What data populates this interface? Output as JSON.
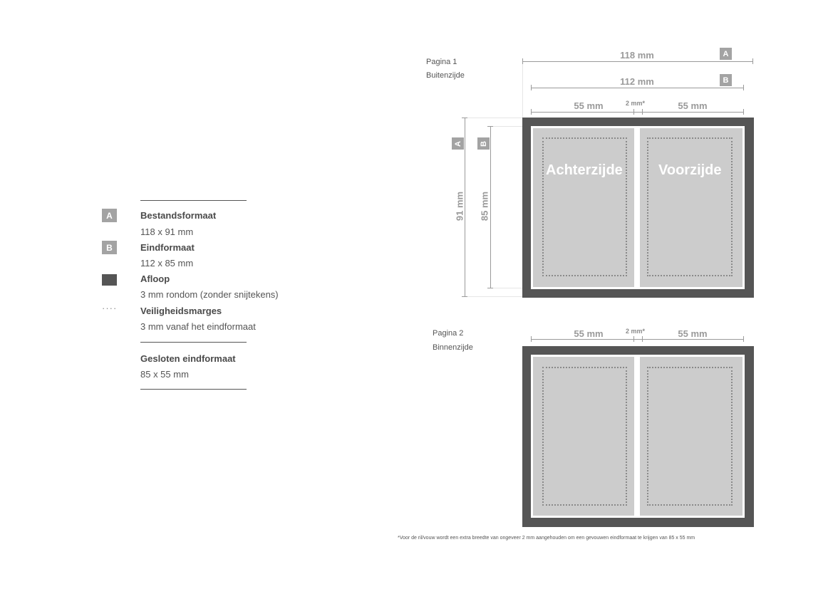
{
  "legend": {
    "items": [
      {
        "marker": "A",
        "title": "Bestandsformaat",
        "desc": "118 x 91 mm"
      },
      {
        "marker": "B",
        "title": "Eindformaat",
        "desc": "112 x 85 mm"
      },
      {
        "marker": "",
        "title": "Afloop",
        "desc": "3 mm rondom (zonder snijtekens)"
      },
      {
        "marker": "····",
        "title": "Veiligheidsmarges",
        "desc": "3 mm vanaf het eindformaat"
      }
    ],
    "closed": {
      "title": "Gesloten eindformaat",
      "desc": "85 x 55 mm"
    }
  },
  "page1": {
    "label_line1": "Pagina 1",
    "label_line2": "Buitenzijde",
    "width_a": "118 mm",
    "width_b": "112 mm",
    "panel_left": "55 mm",
    "panel_right": "55 mm",
    "fold_gap": "2 mm*",
    "height_a": "91 mm",
    "height_b": "85 mm",
    "marker_a": "A",
    "marker_b": "B",
    "left_side": "Achterzijde",
    "right_side": "Voorzijde"
  },
  "page2": {
    "label_line1": "Pagina 2",
    "label_line2": "Binnenzijde",
    "panel_left": "55 mm",
    "panel_right": "55 mm",
    "fold_gap": "2 mm*"
  },
  "footnote": "*Voor de ril/vouw wordt een extra breedte van ongeveer 2 mm aangehouden om een gevouwen eindformaat te krijgen van 85 x 55 mm",
  "colors": {
    "bleed": "#555555",
    "panel": "#cccccc",
    "dimension": "#9a9a9a",
    "badge": "#a3a3a3"
  }
}
